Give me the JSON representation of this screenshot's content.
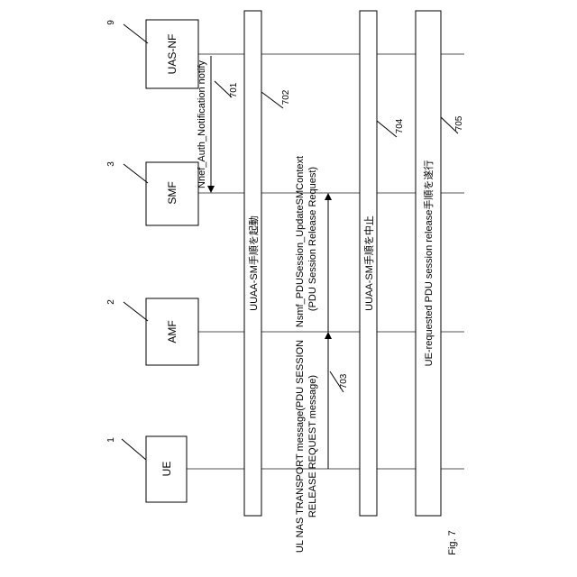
{
  "figure_label": "Fig. 7",
  "entities": [
    {
      "name": "UE",
      "ref": "1"
    },
    {
      "name": "AMF",
      "ref": "2"
    },
    {
      "name": "SMF",
      "ref": "3"
    },
    {
      "name": "UAS-NF",
      "ref": "9"
    }
  ],
  "messages": {
    "m701": {
      "label": "Nnef_Auth_Notification notify",
      "ref": "701"
    },
    "m703": {
      "line1": "UL NAS TRANSPORT message(PDU SESSION",
      "line2": "RELEASE REQUEST message)",
      "ref": "703"
    },
    "m_update": {
      "line1": "Nsmf_PDUSession_UpdateSMContext",
      "line2": "(PDU Session Release Request)"
    }
  },
  "procedures": {
    "p702": {
      "label": "UUAA-SM手順を起動",
      "ref": "702"
    },
    "p704": {
      "label": "UUAA-SM手順を中止",
      "ref": "704"
    },
    "p705": {
      "label": "UE-requested PDU session release手順を遂行",
      "ref": "705"
    }
  }
}
